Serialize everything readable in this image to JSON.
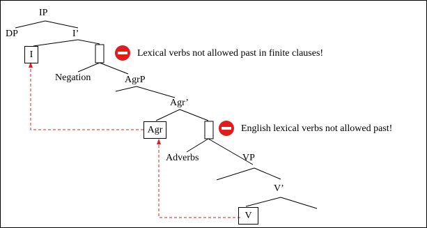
{
  "tree": {
    "ip": "IP",
    "dp": "DP",
    "i_bar": "I’",
    "i_head": "I",
    "negation": "Negation",
    "agrp": "AgrP",
    "agr_bar": "Agr’",
    "agr_head": "Agr",
    "adverbs": "Adverbs",
    "vp": "VP",
    "v_bar": "V’",
    "v_head": "V"
  },
  "notes": {
    "finite": "Lexical verbs not allowed past in finite clauses!",
    "english": "English lexical verbs not allowed past!"
  },
  "colors": {
    "line": "#000000",
    "movement_arrow": "#e31b1b",
    "stop_sign": "#e31b1b"
  },
  "icons": {
    "stop": "no-entry-icon"
  }
}
